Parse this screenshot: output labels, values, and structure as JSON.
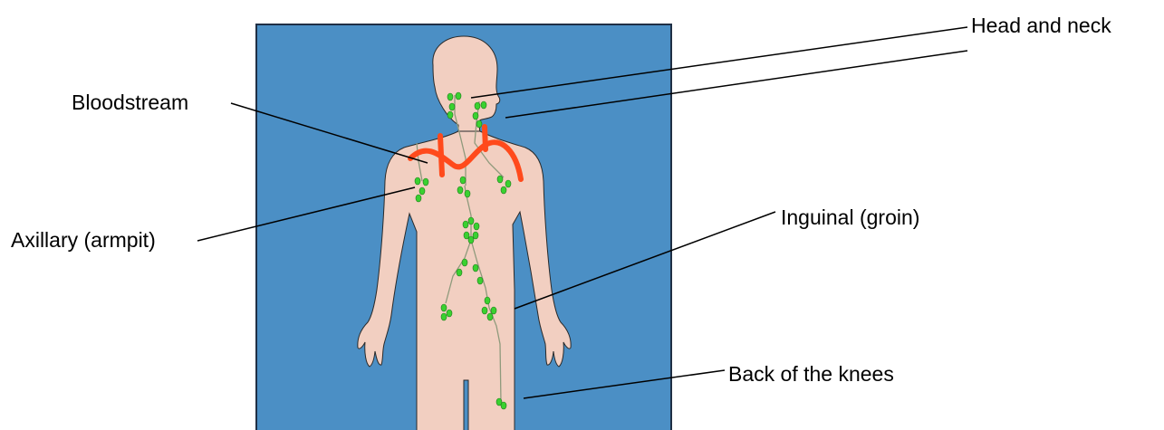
{
  "colors": {
    "panel": "#4b8fc5",
    "panel_border": "#1f2f45",
    "skin": "#f2cfc1",
    "bloodstream": "#ff4a1c",
    "lymph_node": "#3ad130",
    "lymph_vessel": "#8f9a7c",
    "leader_line": "#000000"
  },
  "icons": [
    "human-body-figure",
    "lymph-node",
    "blood-vessel"
  ],
  "labels": {
    "head_neck": "Head and neck",
    "bloodstream": "Bloodstream",
    "axillary": "Axillary (armpit)",
    "inguinal": "Inguinal (groin)",
    "knees": "Back of the knees"
  }
}
